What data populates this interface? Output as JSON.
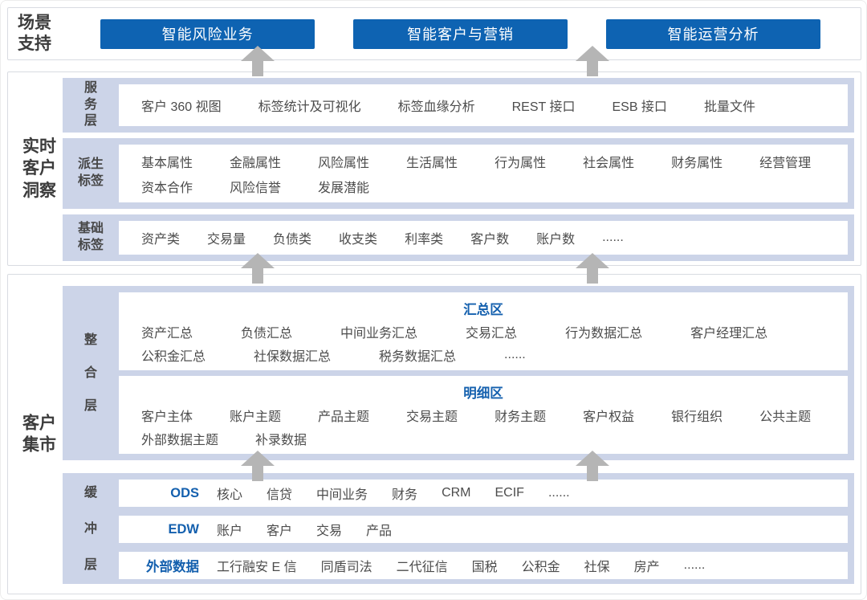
{
  "colors": {
    "accent_blue": "#0e63b2",
    "panel_lavender": "#ccd4e8",
    "arrow_gray": "#b5b5b5",
    "key_blue": "#1460ae"
  },
  "scene_support": {
    "label": "场景支持",
    "buttons": [
      "智能风险业务",
      "智能客户与营销",
      "智能运营分析"
    ]
  },
  "insight": {
    "label": "实时客户洞察",
    "service_layer": {
      "name": "服务层",
      "items": [
        "客户 360 视图",
        "标签统计及可视化",
        "标签血缘分析",
        "REST 接口",
        "ESB 接口",
        "批量文件"
      ]
    },
    "derived_tags": {
      "name": "派生标签",
      "row1": [
        "基本属性",
        "金融属性",
        "风险属性",
        "生活属性",
        "行为属性",
        "社会属性",
        "财务属性",
        "经营管理"
      ],
      "row2": [
        "资本合作",
        "风险信誉",
        "发展潜能"
      ]
    },
    "basic_tags": {
      "name": "基础标签",
      "row1": [
        "资产类",
        "交易量",
        "负债类",
        "收支类",
        "利率类",
        "客户数",
        "账户数",
        "......"
      ]
    }
  },
  "mart": {
    "label": "客户集市",
    "integration": {
      "name": "整合层",
      "summary_zone": {
        "title": "汇总区",
        "row1": [
          "资产汇总",
          "负债汇总",
          "中间业务汇总",
          "交易汇总",
          "行为数据汇总",
          "客户经理汇总"
        ],
        "row2": [
          "公积金汇总",
          "社保数据汇总",
          "税务数据汇总",
          "......"
        ]
      },
      "detail_zone": {
        "title": "明细区",
        "row1": [
          "客户主体",
          "账户主题",
          "产品主题",
          "交易主题",
          "财务主题",
          "客户权益",
          "银行组织",
          "公共主题"
        ],
        "row2": [
          "外部数据主题",
          "补录数据"
        ]
      }
    },
    "buffer": {
      "name": "缓冲层",
      "rows": [
        {
          "key": "ODS",
          "items": [
            "核心",
            "信贷",
            "中间业务",
            "财务",
            "CRM",
            "ECIF",
            "......"
          ]
        },
        {
          "key": "EDW",
          "items": [
            "账户",
            "客户",
            "交易",
            "产品"
          ]
        },
        {
          "key": "外部数据",
          "items": [
            "工行融安 E 信",
            "同盾司法",
            "二代征信",
            "国税",
            "公积金",
            "社保",
            "房产",
            "......"
          ]
        }
      ]
    }
  }
}
